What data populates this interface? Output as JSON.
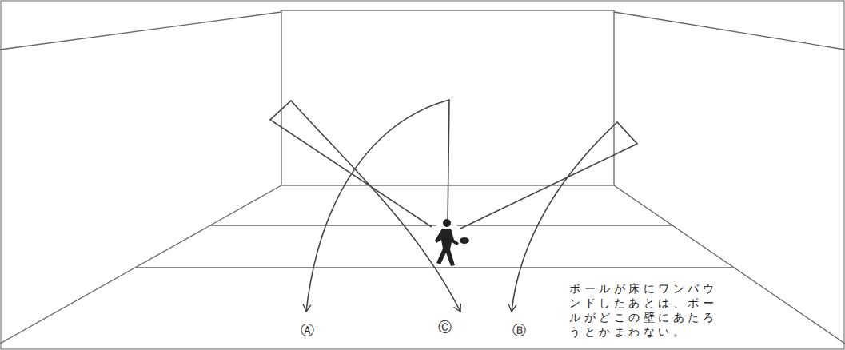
{
  "diagram": {
    "labels": [
      "Ⓐ",
      "Ⓒ",
      "Ⓑ",
      "ボールが床にワンバウンドしたあとは、ボールがどこの壁にあたろうとかまわない。"
    ]
  }
}
